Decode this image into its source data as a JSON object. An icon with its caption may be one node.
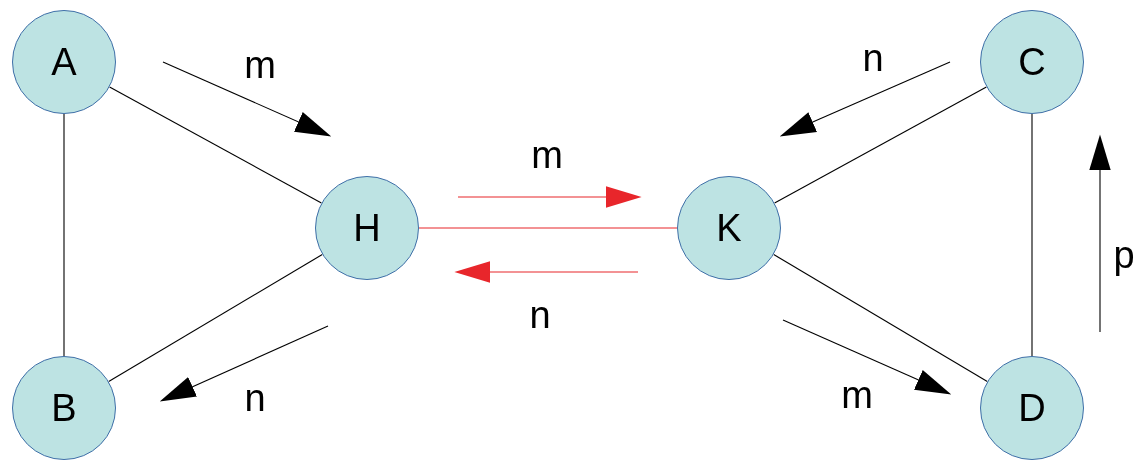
{
  "diagram": {
    "nodes": [
      {
        "text": [
          "A"
        ]
      },
      {
        "text": [
          "H"
        ]
      },
      {
        "text": [
          "B"
        ]
      },
      {
        "text": [
          "K"
        ]
      },
      {
        "text": [
          "C"
        ]
      },
      {
        "text": [
          "D"
        ]
      }
    ],
    "edges": [
      {
        "from": 0,
        "to": 1,
        "arrow": "none"
      },
      {
        "from": 0,
        "to": 2,
        "arrow": "none"
      },
      {
        "from": 2,
        "to": 1,
        "arrow": "none"
      },
      {
        "from": 1,
        "to": 3,
        "arrow": "none",
        "color": "#e8262b"
      },
      {
        "from": 4,
        "to": 3,
        "arrow": "none"
      },
      {
        "from": 3,
        "to": 5,
        "arrow": "none"
      },
      {
        "from": 4,
        "to": 5,
        "arrow": "none"
      }
    ],
    "labels": [
      "m",
      "n",
      "m",
      "p",
      "n",
      "n",
      "m"
    ]
  }
}
